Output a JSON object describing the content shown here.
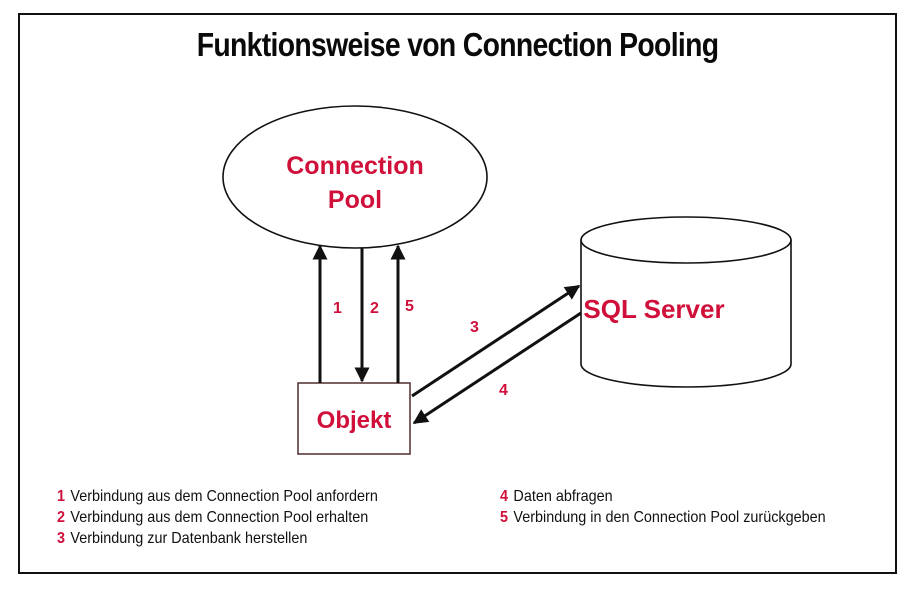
{
  "title": "Funktionsweise von Connection Pooling",
  "colors": {
    "accent": "#d0103a",
    "line": "#111111",
    "background": "#ffffff"
  },
  "nodes": {
    "pool": {
      "line1": "Connection",
      "line2": "Pool",
      "shape": "ellipse"
    },
    "objekt": {
      "label": "Objekt",
      "shape": "rectangle"
    },
    "sql": {
      "label": "SQL Server",
      "shape": "cylinder"
    }
  },
  "arrows": [
    {
      "step": "1",
      "from": "Objekt",
      "to": "Connection Pool"
    },
    {
      "step": "2",
      "from": "Connection Pool",
      "to": "Objekt"
    },
    {
      "step": "5",
      "from": "Objekt",
      "to": "Connection Pool"
    },
    {
      "step": "3",
      "from": "Objekt",
      "to": "SQL Server"
    },
    {
      "step": "4",
      "from": "SQL Server",
      "to": "Objekt"
    }
  ],
  "legend": {
    "left": [
      {
        "num": "1",
        "text": "Verbindung aus dem Connection Pool anfordern"
      },
      {
        "num": "2",
        "text": "Verbindung aus dem Connection Pool erhalten"
      },
      {
        "num": "3",
        "text": "Verbindung zur Datenbank herstellen"
      }
    ],
    "right": [
      {
        "num": "4",
        "text": "Daten abfragen"
      },
      {
        "num": "5",
        "text": "Verbindung in den Connection Pool zurückgeben"
      }
    ]
  }
}
